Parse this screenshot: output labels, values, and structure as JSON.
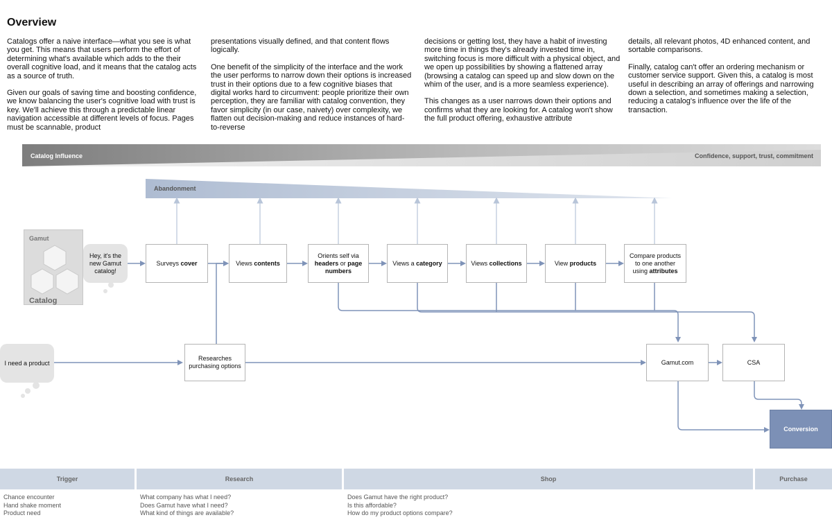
{
  "title": "Overview",
  "text_columns": [
    [
      "Catalogs offer a naive interface—what you see is what you get. This means that users perform the effort of determining what's available which adds to the their overall cognitive load, and it means that the catalog acts as a source of truth.",
      "Given our goals of saving time and boosting confidence, we know balancing the user's cognitive load with trust is key. We'll achieve this through a predictable linear navigation accessible at different levels of focus. Pages must be scannable, product"
    ],
    [
      "presentations visually defined, and that content flows logically.",
      "One benefit of the simplicity of the interface and the work the user performs to narrow down their options is increased trust in their options due to a few cognitive biases that digital works hard to circumvent: people prioritize their own perception, they are familiar with catalog convention, they favor simplicity (in our case, naivety) over complexity, we flatten out decision-making and reduce instances of hard-to-reverse"
    ],
    [
      "decisions or getting lost, they have a habit of investing more time in things they's already invested time in, switching focus is more difficult with a physical object, and we open up possibilities by showing a flattened array (browsing a catalog can speed up and slow down on the whim of the user, and is a more seamless experience).",
      "This changes as a user narrows down their options and confirms what they are looking for. A catalog won't show the full product offering, exhaustive attribute"
    ],
    [
      "details, all relevant photos, 4D enhanced content, and sortable comparisons.",
      "Finally, catalog can't offer an ordering mechanism or customer service support. Given this, a catalog is most useful in describing an array of offerings and narrowing down a selection, and sometimes making a selection, reducing a catalog's influence over the life of the transaction."
    ]
  ],
  "bars": {
    "influence_left": "Catalog Influence",
    "influence_right": "Confidence, support, trust, commitment",
    "abandonment": "Abandonment"
  },
  "catalog_card": {
    "brand": "Gamut",
    "label": "Catalog"
  },
  "bubbles": {
    "catalog": "Hey, it's the new Gamut catalog!",
    "need": "I need a product"
  },
  "steps": {
    "s1": {
      "pre": "Surveys ",
      "bold": "cover",
      "post": ""
    },
    "s2": {
      "pre": "Views ",
      "bold": "contents",
      "post": ""
    },
    "s3": {
      "pre": "Orients self via ",
      "bold": "headers",
      "mid": " or ",
      "bold2": "page numbers"
    },
    "s4": {
      "pre": "Views a ",
      "bold": "category",
      "post": ""
    },
    "s5": {
      "pre": "Views ",
      "bold": "collections",
      "post": ""
    },
    "s6": {
      "pre": "View ",
      "bold": "products",
      "post": ""
    },
    "s7": {
      "pre": "Compare products to one another using ",
      "bold": "attributes",
      "post": ""
    }
  },
  "research_box": "Researches purchasing options",
  "gamut_box": "Gamut.com",
  "csa_box": "CSA",
  "conversion_box": "Conversion",
  "phases": [
    {
      "name": "Trigger",
      "questions": [
        "Chance encounter",
        "Hand shake moment",
        "Product need"
      ]
    },
    {
      "name": "Research",
      "questions": [
        "What company has what I need?",
        "Does Gamut have what I need?",
        "What kind of things are available?"
      ]
    },
    {
      "name": "Shop",
      "questions": [
        "Does Gamut have the right product?",
        "Is this affordable?",
        "How do my product options compare?"
      ]
    },
    {
      "name": "Purchase",
      "questions": []
    }
  ],
  "colors": {
    "flow_line": "#7f93b8",
    "abandon_line": "#b8c5d9",
    "conversion": "#7c90b6",
    "phase_band": "#cfd8e4",
    "influence_dark": "#8a8a8a",
    "abandon_band": "#b7c4d8"
  }
}
